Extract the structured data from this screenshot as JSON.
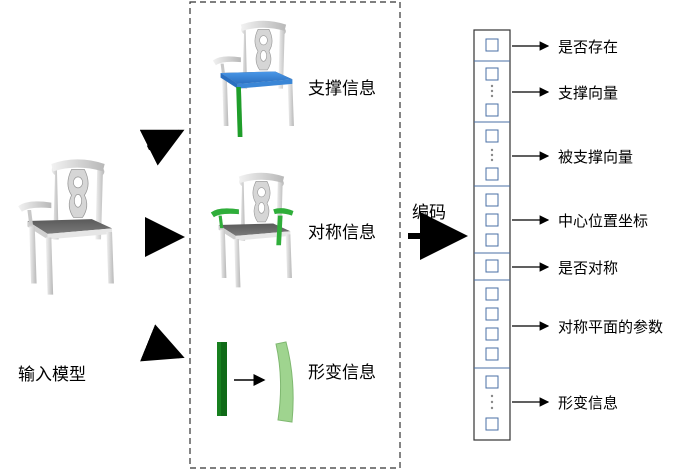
{
  "input_label": "输入模型",
  "panel_labels": {
    "support": "支撑信息",
    "symmetry": "对称信息",
    "deformation": "形变信息"
  },
  "encode_label": "编码",
  "vector_labels": [
    "是否存在",
    "支撑向量",
    "被支撑向量",
    "中心位置坐标",
    "是否对称",
    "对称平面的参数",
    "形变信息"
  ],
  "colors": {
    "seat_highlight": "#3a86d6",
    "support_leg": "#1f9e2a",
    "symmetry_highlight": "#2fae3a",
    "deform_original": "#17801f",
    "deform_result": "#9fd48f",
    "chair_body": "#d8d8d8",
    "vector_border": "#4a6fa5",
    "dashed_box": "#333333"
  }
}
